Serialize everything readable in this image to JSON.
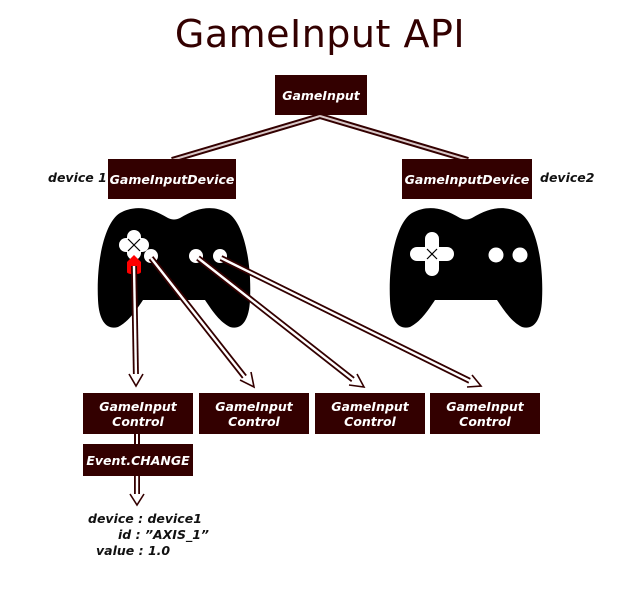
{
  "title": "GameInput API",
  "root": {
    "label": "GameInput"
  },
  "devices": [
    {
      "label": "GameInputDevice",
      "name": "device 1"
    },
    {
      "label": "GameInputDevice",
      "name": "device2"
    }
  ],
  "controls": [
    {
      "line1": "GameInput",
      "line2": "Control"
    },
    {
      "line1": "GameInput",
      "line2": "Control"
    },
    {
      "line1": "GameInput",
      "line2": "Control"
    },
    {
      "line1": "GameInput",
      "line2": "Control"
    }
  ],
  "event": {
    "label": "Event.CHANGE"
  },
  "event_info": {
    "device_key": "device",
    "device_value": "device1",
    "id_key": "id",
    "id_value": "”AXIS_1”",
    "value_key": "value",
    "value_value": "1.0"
  },
  "colors": {
    "box": "#330000",
    "highlight": "#ff0000",
    "gamepad": "#000000"
  }
}
